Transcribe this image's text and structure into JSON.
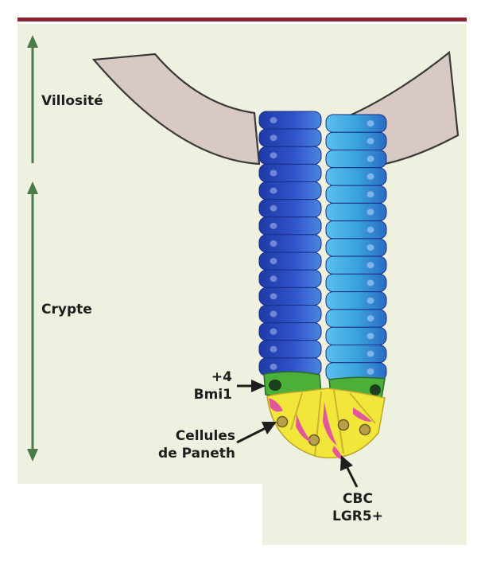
{
  "labels": {
    "villus": "Villosité",
    "crypt": "Crypte",
    "plus4_line1": "+4",
    "plus4_line2": "Bmi1",
    "paneth_line1": "Cellules",
    "paneth_line2": "de Paneth",
    "cbc_line1": "CBC",
    "cbc_line2": "LGR5+"
  },
  "colors": {
    "header_rule": "#8b2332",
    "panel_background": "#eef0e0",
    "scale_arrow": "#4a7a4a",
    "villus_fill": "#d8c9c4",
    "villus_stroke": "#3a3a3a",
    "crypt_left_cells": "#2f52c8",
    "crypt_right_cells": "#3aa3dd",
    "plus4_cells": "#4caf3a",
    "paneth_cells": "#f3e63a",
    "cbc_cells": "#e2569c",
    "pointer_arrow": "#1e1e1e"
  }
}
